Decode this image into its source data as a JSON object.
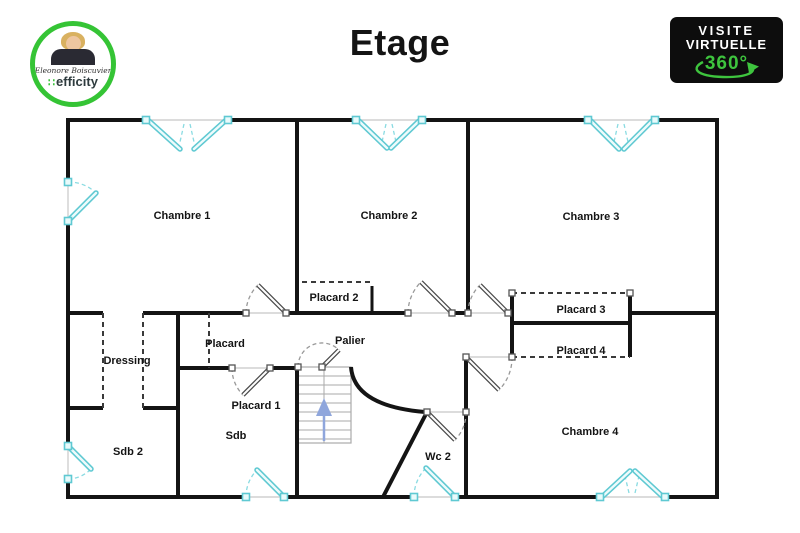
{
  "header": {
    "title": "Etage",
    "agent": {
      "name": "Eleonore Boiscuvier",
      "brand": "efficity"
    },
    "badge": {
      "line1": "VISITE",
      "line2": "VIRTUELLE",
      "line3": "360°"
    }
  },
  "floorplan": {
    "rooms": [
      {
        "id": "chambre-1",
        "label": "Chambre 1"
      },
      {
        "id": "chambre-2",
        "label": "Chambre 2"
      },
      {
        "id": "chambre-3",
        "label": "Chambre 3"
      },
      {
        "id": "chambre-4",
        "label": "Chambre 4"
      },
      {
        "id": "dressing",
        "label": "Dressing"
      },
      {
        "id": "placard",
        "label": "Placard"
      },
      {
        "id": "placard-1",
        "label": "Placard 1"
      },
      {
        "id": "placard-2",
        "label": "Placard 2"
      },
      {
        "id": "placard-3",
        "label": "Placard 3"
      },
      {
        "id": "placard-4",
        "label": "Placard 4"
      },
      {
        "id": "palier",
        "label": "Palier"
      },
      {
        "id": "sdb",
        "label": "Sdb"
      },
      {
        "id": "sdb-2",
        "label": "Sdb 2"
      },
      {
        "id": "wc-2",
        "label": "Wc 2"
      }
    ],
    "icons": [
      "stairs-up-arrow-icon",
      "virtual-tour-360-arrow-icon",
      "efficity-dots-icon"
    ]
  },
  "colors": {
    "wall": "#141414",
    "window_cyan": "#5fc9d2",
    "window_cyan_fill": "#e8fafb",
    "brand_green": "#35c435",
    "badge_green": "#3ec43e",
    "stairs_arrow_blue": "#8fa6dc"
  }
}
